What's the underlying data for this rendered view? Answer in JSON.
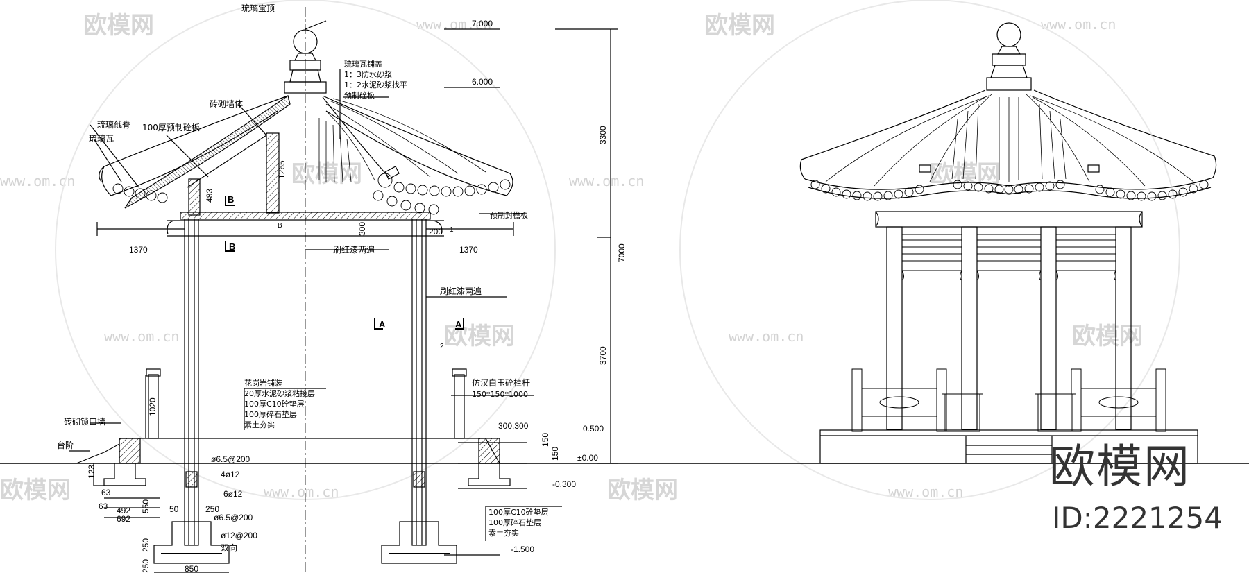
{
  "watermark": {
    "brand_text": "欧模网",
    "url_text": "www.om.cn"
  },
  "brand_overlay": {
    "title": "欧模网",
    "id_label": "ID:2221254"
  },
  "section_labels": {
    "finial": "琉璃宝顶",
    "roof_layers": [
      "琉璃瓦铺盖",
      "1：3防水砂浆",
      "1：2水泥砂浆找平",
      "预制砼板"
    ],
    "glazed_ridge": "琉璃戗脊",
    "precast_slab": "100厚预制砼板",
    "glazed_tile": "琉璃瓦",
    "brick_wall": "砖砌墙体",
    "precast_eave_board": "预制封檐板",
    "paint_beam": "刷红漆两遍",
    "paint_column": "刷红漆两遍",
    "floor_layers": [
      "花岗岩铺装",
      "20厚水泥砂浆粘接层",
      "100厚C10砼垫层",
      "100厚碎石垫层",
      "素土夯实"
    ],
    "railing_title": "仿汉白玉砼栏杆",
    "railing_size": "150*150*1000",
    "brick_curb": "砖砌锁口墙",
    "steps": "台阶",
    "foundation_layers": [
      "100厚C10砼垫层",
      "100厚碎石垫层",
      "素土夯实"
    ]
  },
  "elevations": {
    "top": "7.000",
    "eave": "6.000",
    "platform": "0.500",
    "ground": "±0.00",
    "grade": "-0.300",
    "footing": "-1.500"
  },
  "dimensions": {
    "overhang_left": "1370",
    "overhang_right": "1370",
    "roof_height": "3300",
    "total_height": "7000",
    "column_height": "3700",
    "kingpost": "1265",
    "eave_block": "483",
    "beam": "300",
    "beam_right": "200",
    "rail_height": "1020",
    "step_pair": "300,300",
    "platform_h": "150",
    "platform_h2": "150",
    "curb_h": "123",
    "d63a": "63",
    "d63b": "63",
    "d492": "492",
    "d692": "692",
    "d550": "550",
    "d250a": "250",
    "d250b": "250",
    "d50": "50",
    "d250c": "250",
    "footing_w": "850"
  },
  "rebar_notes": {
    "r1": "ø6.5@200",
    "r2": "4ø12",
    "r3": "6ø12",
    "r4": "ø6.5@200",
    "r5": "ø12@200",
    "r6": "双向"
  },
  "section_marks": {
    "b": "B",
    "a": "A",
    "n1": "1",
    "n2": "2"
  }
}
